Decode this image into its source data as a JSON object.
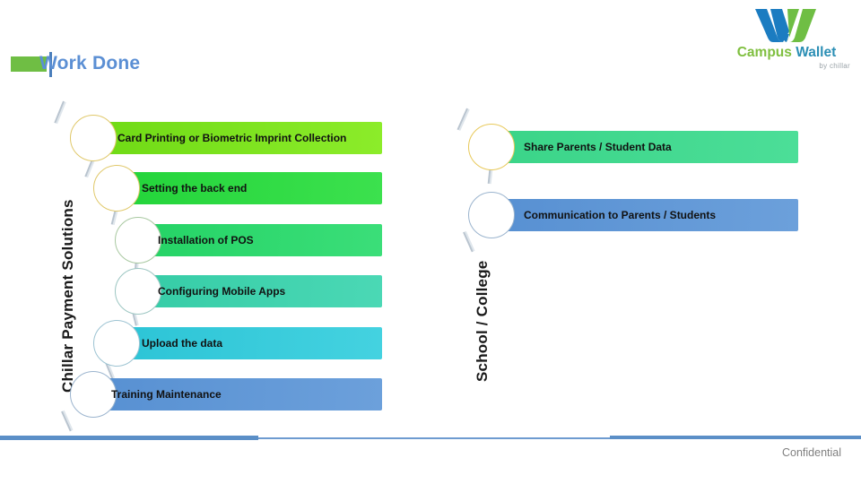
{
  "header": {
    "title": "Work Done",
    "marker_color": "#6FBE44",
    "title_color": "#5B8FD4"
  },
  "logo": {
    "name_part1": "Campus ",
    "name_part2": "Wallet",
    "tagline": "by chillar",
    "mark_blue": "#1B7CC1",
    "mark_green": "#6FBE44"
  },
  "left_column": {
    "label": "Chillar Payment Solutions",
    "steps": [
      {
        "text": "Card Printing or Biometric Imprint Collection",
        "color_from": "#6FDA15",
        "color_to": "#8CEC2A",
        "ring": "#E0C86A"
      },
      {
        "text": "Setting the back end",
        "color_from": "#23D43A",
        "color_to": "#3CE14E",
        "ring": "#E0C86A"
      },
      {
        "text": "Installation of  POS",
        "color_from": "#24D365",
        "color_to": "#3BDE79",
        "ring": "#A8C8A0"
      },
      {
        "text": "Configuring Mobile Apps",
        "color_from": "#35CCA6",
        "color_to": "#4BD8B5",
        "ring": "#9CC6C2"
      },
      {
        "text": "Upload the data",
        "color_from": "#2CC4D6",
        "color_to": "#44D2E0",
        "ring": "#9CC3D2"
      },
      {
        "text": "Training Maintenance",
        "color_from": "#5790D2",
        "color_to": "#6CA0DB",
        "ring": "#9BB4CE"
      }
    ]
  },
  "right_column": {
    "label": "School / College",
    "steps": [
      {
        "text": "Share Parents / Student Data",
        "color_from": "#3AD488",
        "color_to": "#4CDE98",
        "ring": "#E8C95A"
      },
      {
        "text": "Communication to Parents / Students",
        "color_from": "#5790D2",
        "color_to": "#6CA0DB",
        "ring": "#9BB4CE"
      }
    ]
  },
  "footer": {
    "confidential": "Confidential",
    "rule_color": "#5B8FC7"
  }
}
